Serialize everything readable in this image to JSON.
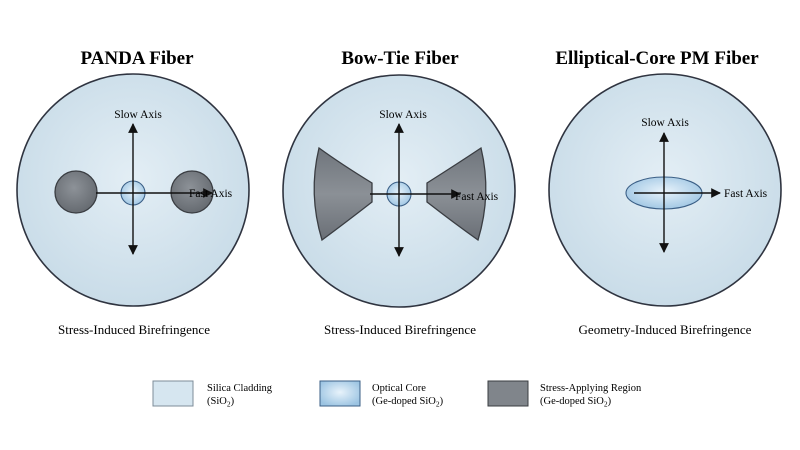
{
  "panels": [
    {
      "title": "PANDA Fiber",
      "slow_axis": "Slow Axis",
      "fast_axis": "Fast Axis",
      "caption": "Stress-Induced Birefringence"
    },
    {
      "title": "Bow-Tie Fiber",
      "slow_axis": "Slow Axis",
      "fast_axis": "Fast Axis",
      "caption": "Stress-Induced Birefringence"
    },
    {
      "title": "Elliptical-Core PM Fiber",
      "slow_axis": "Slow Axis",
      "fast_axis": "Fast Axis",
      "caption": "Geometry-Induced Birefringence"
    }
  ],
  "legend": [
    {
      "line1": "Silica Cladding",
      "line2_pre": "(SiO",
      "line2_sub": "2",
      "line2_post": ")",
      "swatch_color": "#d6e6f0"
    },
    {
      "line1": "Optical Core",
      "line2_pre": "(Ge-doped SiO",
      "line2_sub": "2",
      "line2_post": ")",
      "swatch_color": "#b4d4ec"
    },
    {
      "line1": "Stress-Applying Region",
      "line2_pre": "(Ge-doped SiO",
      "line2_sub": "2",
      "line2_post": ")",
      "swatch_color": "#80858b"
    }
  ],
  "colors": {
    "cladding_fill": "#d6e6f0",
    "cladding_stroke": "#2f3440",
    "core_fill": "#b4d4ec",
    "core_stroke": "#3b5f86",
    "stress_fill": "#80858b",
    "stress_stroke": "#3a3d42",
    "arrow": "#111111"
  }
}
